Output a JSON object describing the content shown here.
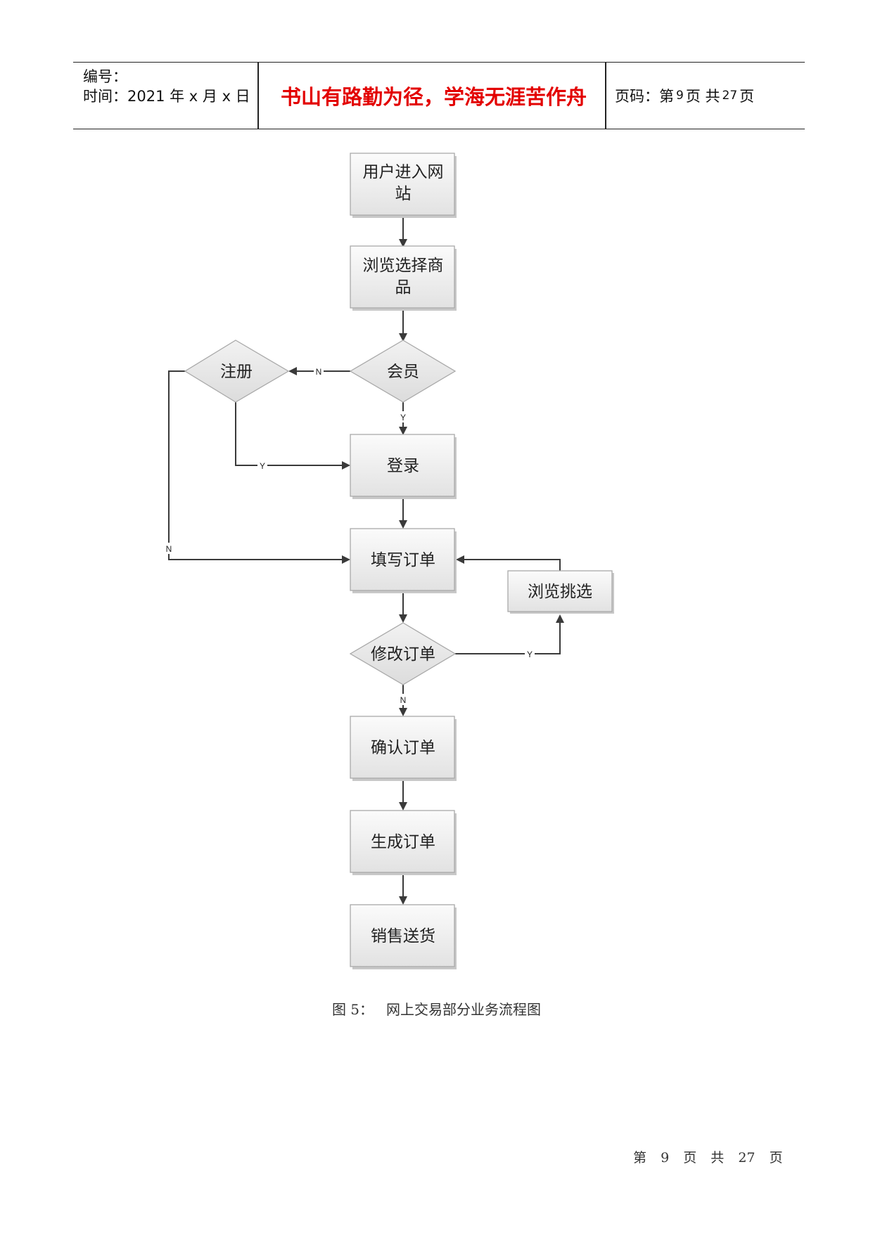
{
  "header": {
    "number_label": "编号：",
    "time_label": "时间：2021 年 x 月 x 日",
    "motto": "书山有路勤为径，学海无涯苦作舟",
    "page_prefix": "页码：第",
    "page_current": "9",
    "page_mid": "页  共",
    "page_total": "27",
    "page_suffix": "页"
  },
  "flowchart": {
    "nodes": {
      "enter_site": [
        "用户进入网",
        "站"
      ],
      "browse_select": [
        "浏览选择商",
        "品"
      ],
      "member": "会员",
      "register": "注册",
      "login": "登录",
      "fill_order": "填写订单",
      "browse_pick": "浏览挑选",
      "modify_order": "修改订单",
      "confirm_order": "确认订单",
      "generate_order": "生成订单",
      "deliver": "销售送货"
    },
    "edge_labels": {
      "member_no": "N",
      "member_yes": "Y",
      "register_yes": "Y",
      "register_no": "N",
      "modify_yes": "Y",
      "modify_no": "N"
    }
  },
  "caption": {
    "label": "图 5：",
    "title": "网上交易部分业务流程图"
  },
  "footer": {
    "p1": "第",
    "current": "9",
    "p2": "页",
    "p3": "共",
    "total": "27",
    "p4": "页"
  }
}
